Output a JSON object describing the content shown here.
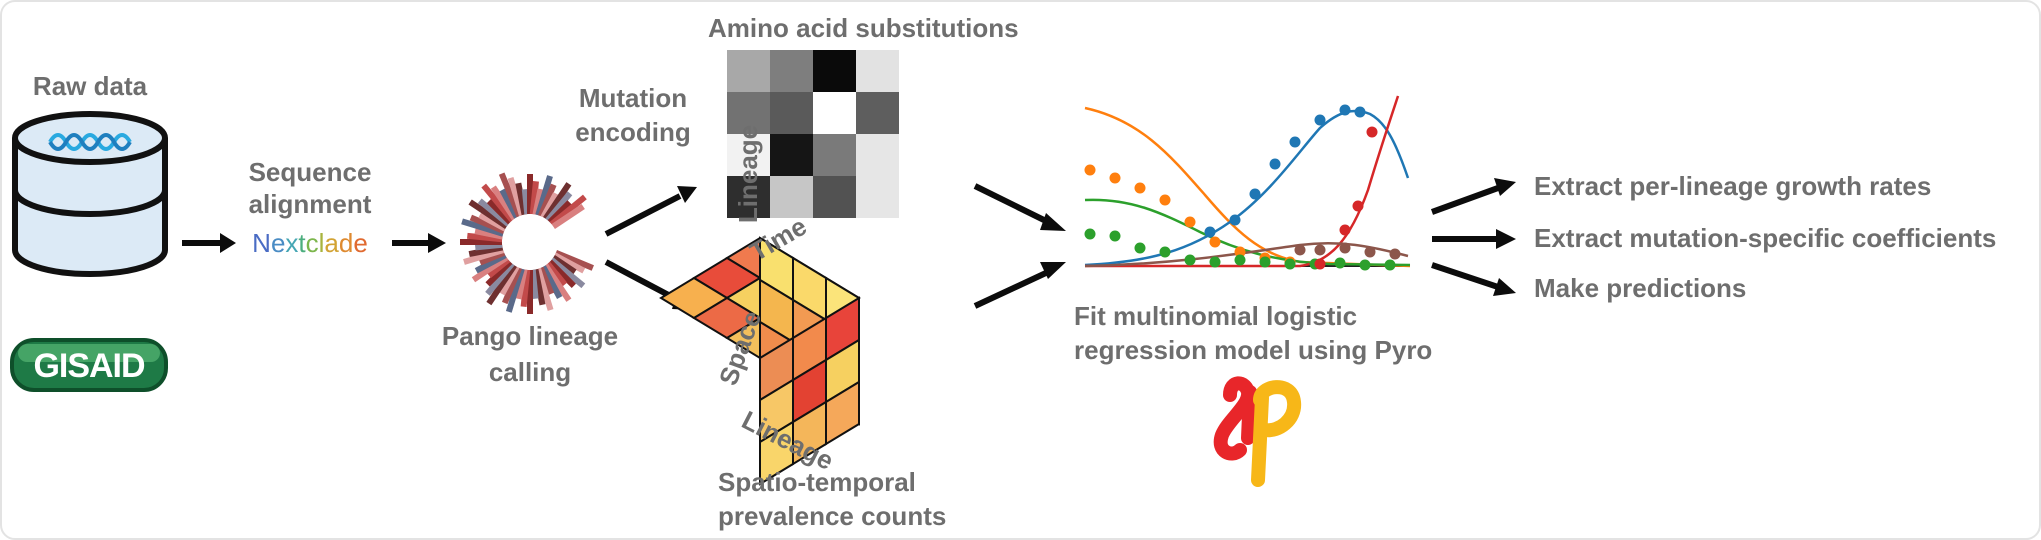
{
  "labels": {
    "raw_data": "Raw data",
    "gisaid": "GISAID",
    "sequence_alignment_1": "Sequence",
    "sequence_alignment_2": "alignment",
    "nextclade": "Nextclade",
    "pango_1": "Pango lineage",
    "pango_2": "calling",
    "mutation_encoding_1": "Mutation",
    "mutation_encoding_2": "encoding",
    "amino_acid": "Amino acid substitutions",
    "lineage_axis": "Lineage",
    "cube_time": "Time",
    "cube_space": "Space",
    "cube_lineage": "Lineage",
    "spatio_1": "Spatio-temporal",
    "spatio_2": "prevalence counts",
    "fit_1": "Fit multinomial logistic",
    "fit_2": "regression model using Pyro",
    "out_1": "Extract per-lineage growth rates",
    "out_2": "Extract mutation-specific coefficients",
    "out_3": "Make predictions"
  },
  "heatmap_grays": [
    [
      "#a8a8a8",
      "#7e7e7e",
      "#0a0a0a",
      "#e2e2e2"
    ],
    [
      "#727272",
      "#5a5a5a",
      "#ffffff",
      "#5e5e5e"
    ],
    [
      "#f2f2f2",
      "#151515",
      "#7a7a7a",
      "#e6e6e6"
    ],
    [
      "#2e2e2e",
      "#c6c6c6",
      "#525252",
      "#e6e6e6"
    ]
  ],
  "nextclade_colors": [
    "#4a6cc4",
    "#4a8cc4",
    "#46a6b4",
    "#4cae7e",
    "#7cb64c",
    "#a8b43e",
    "#d2a334",
    "#de8a30",
    "#e06a30"
  ],
  "colors": {
    "text": "#6e6e6e",
    "arrow": "#0c0c0c",
    "db_fill": "#dceaf6",
    "gisaid_green": "#1f8a4c",
    "series_blue": "#1f77b4",
    "series_orange": "#ff7f0e",
    "series_green": "#2ca02c",
    "series_red": "#d62728",
    "series_brown": "#8c564b",
    "pyro_red": "#e8262a",
    "pyro_yellow": "#f7b718"
  }
}
